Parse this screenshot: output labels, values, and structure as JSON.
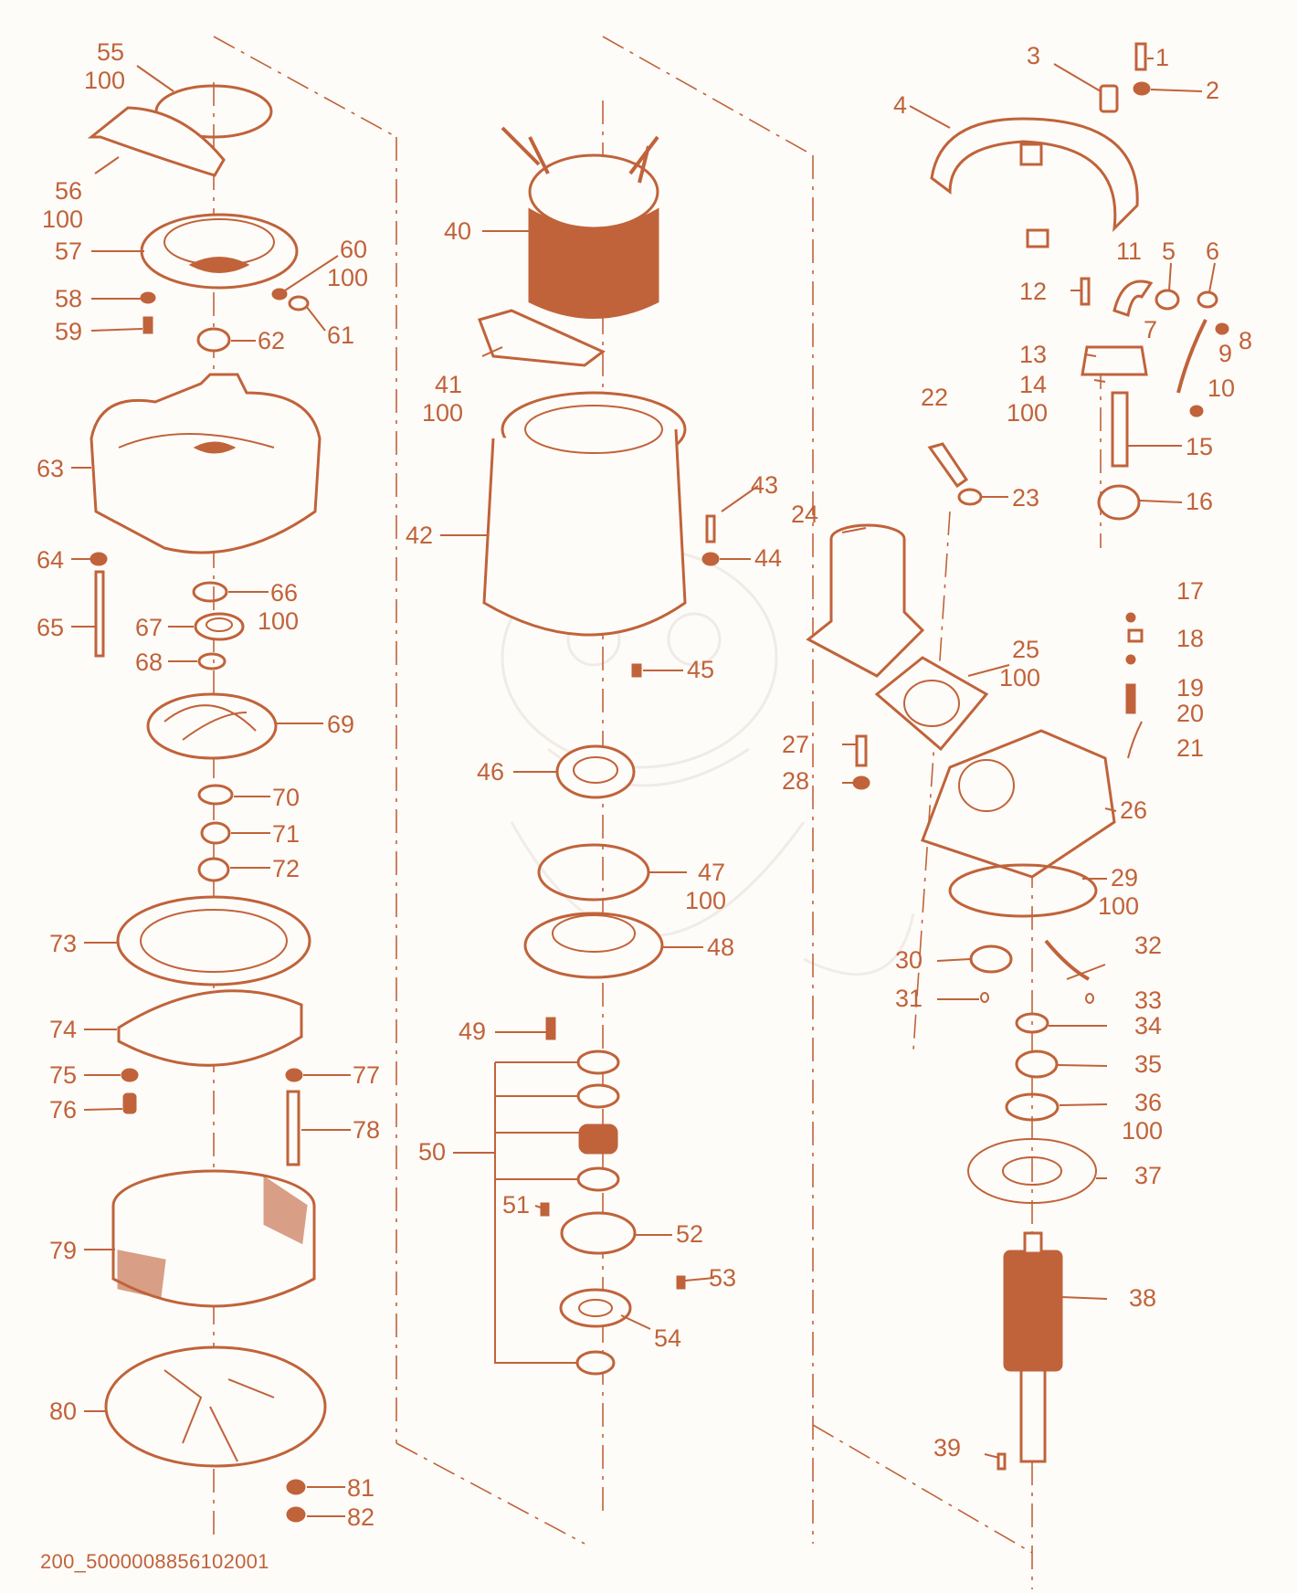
{
  "drawing": {
    "code": "200_5000008856102001",
    "accent_color": "#c0633a",
    "background_color": "#fefcf9"
  },
  "callouts": [
    {
      "n": "1"
    },
    {
      "n": "2"
    },
    {
      "n": "3"
    },
    {
      "n": "4"
    },
    {
      "n": "5"
    },
    {
      "n": "6"
    },
    {
      "n": "7"
    },
    {
      "n": "8"
    },
    {
      "n": "9"
    },
    {
      "n": "10"
    },
    {
      "n": "11"
    },
    {
      "n": "12"
    },
    {
      "n": "13"
    },
    {
      "n": "14",
      "q": "100"
    },
    {
      "n": "15"
    },
    {
      "n": "16"
    },
    {
      "n": "17"
    },
    {
      "n": "18"
    },
    {
      "n": "19"
    },
    {
      "n": "20"
    },
    {
      "n": "21"
    },
    {
      "n": "22"
    },
    {
      "n": "23"
    },
    {
      "n": "24"
    },
    {
      "n": "25",
      "q": "100"
    },
    {
      "n": "26"
    },
    {
      "n": "27"
    },
    {
      "n": "28"
    },
    {
      "n": "29",
      "q": "100"
    },
    {
      "n": "30"
    },
    {
      "n": "31"
    },
    {
      "n": "32"
    },
    {
      "n": "33"
    },
    {
      "n": "34"
    },
    {
      "n": "35"
    },
    {
      "n": "36",
      "q": "100"
    },
    {
      "n": "37"
    },
    {
      "n": "38"
    },
    {
      "n": "39"
    },
    {
      "n": "40"
    },
    {
      "n": "41",
      "q": "100"
    },
    {
      "n": "42"
    },
    {
      "n": "43"
    },
    {
      "n": "44"
    },
    {
      "n": "45"
    },
    {
      "n": "46"
    },
    {
      "n": "47",
      "q": "100"
    },
    {
      "n": "48"
    },
    {
      "n": "49"
    },
    {
      "n": "50"
    },
    {
      "n": "51"
    },
    {
      "n": "52"
    },
    {
      "n": "53"
    },
    {
      "n": "54"
    },
    {
      "n": "55",
      "q": "100"
    },
    {
      "n": "56",
      "q": "100"
    },
    {
      "n": "57"
    },
    {
      "n": "58"
    },
    {
      "n": "59"
    },
    {
      "n": "60",
      "q": "100"
    },
    {
      "n": "61"
    },
    {
      "n": "62"
    },
    {
      "n": "63"
    },
    {
      "n": "64"
    },
    {
      "n": "65"
    },
    {
      "n": "66",
      "q": "100"
    },
    {
      "n": "67"
    },
    {
      "n": "68"
    },
    {
      "n": "69"
    },
    {
      "n": "70"
    },
    {
      "n": "71"
    },
    {
      "n": "72"
    },
    {
      "n": "73"
    },
    {
      "n": "74"
    },
    {
      "n": "75"
    },
    {
      "n": "76"
    },
    {
      "n": "77"
    },
    {
      "n": "78"
    },
    {
      "n": "79"
    },
    {
      "n": "80"
    },
    {
      "n": "81"
    },
    {
      "n": "82"
    }
  ]
}
